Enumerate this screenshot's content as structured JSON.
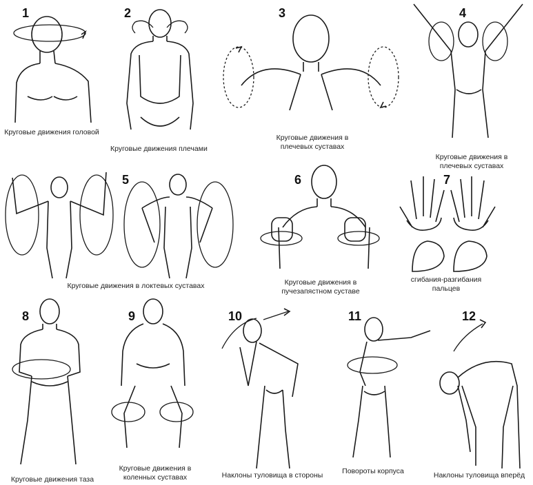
{
  "panels": [
    {
      "number": "1",
      "caption": [
        "Круговые движения головой"
      ]
    },
    {
      "number": "2",
      "caption": [
        "Круговые движения плечами"
      ]
    },
    {
      "number": "3",
      "caption": [
        "Круговые движения в",
        "плечевых суставах"
      ]
    },
    {
      "number": "4",
      "caption": [
        "Круговые движения в",
        "плечевых суставах"
      ]
    },
    {
      "number": "5",
      "caption": [
        "Круговые движения в локтевых суставах"
      ]
    },
    {
      "number": "6",
      "caption": [
        "Круговые движения в",
        "пучезапястном суставе"
      ]
    },
    {
      "number": "7",
      "caption": [
        "сгибания-разгибания",
        "пальцев"
      ]
    },
    {
      "number": "8",
      "caption": [
        "Круговые движения таза"
      ]
    },
    {
      "number": "9",
      "caption": [
        "Круговые движения в",
        "коленных суставах"
      ]
    },
    {
      "number": "10",
      "caption": [
        "Наклоны туловища в стороны"
      ]
    },
    {
      "number": "11",
      "caption": [
        "Повороты корпуса"
      ]
    },
    {
      "number": "12",
      "caption": [
        "Наклоны туловища вперёд"
      ]
    }
  ],
  "style": {
    "ink": "#1a1a1a",
    "background": "#ffffff"
  }
}
